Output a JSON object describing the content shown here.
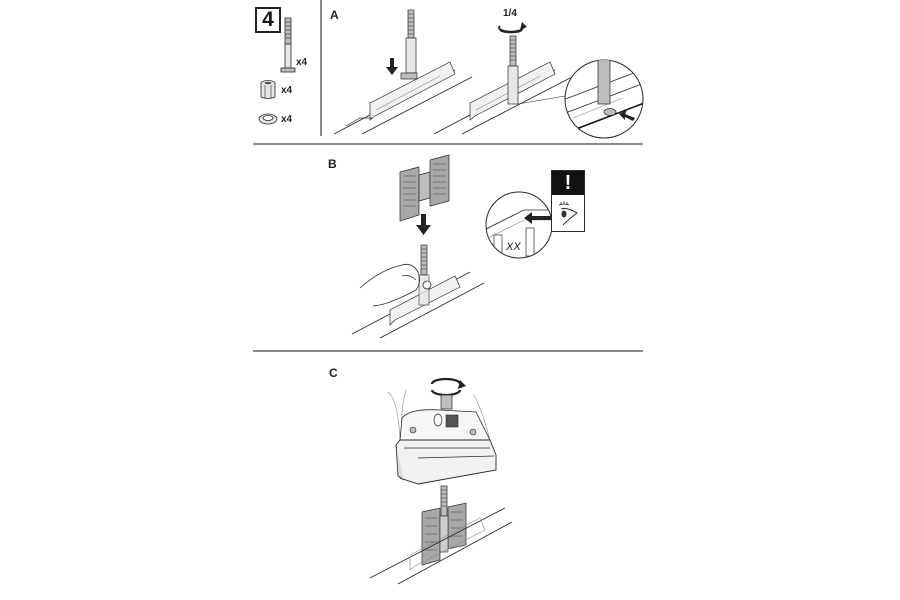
{
  "step": {
    "number": "4"
  },
  "parts": [
    {
      "name": "bolt",
      "quantity": "x4"
    },
    {
      "name": "nut",
      "quantity": "x4"
    },
    {
      "name": "washer",
      "quantity": "x4"
    }
  ],
  "sections": {
    "a": {
      "label": "A",
      "rotation_label": "1/4"
    },
    "b": {
      "label": "B",
      "warning_symbol": "!",
      "marking_text": "XX"
    },
    "c": {
      "label": "C"
    }
  },
  "colors": {
    "line": "#2a2a2a",
    "part_fill": "#bdbdbd",
    "part_fill_dark": "#8f8f8f",
    "divider": "#8a8a8a",
    "warning_fill": "#111111"
  }
}
